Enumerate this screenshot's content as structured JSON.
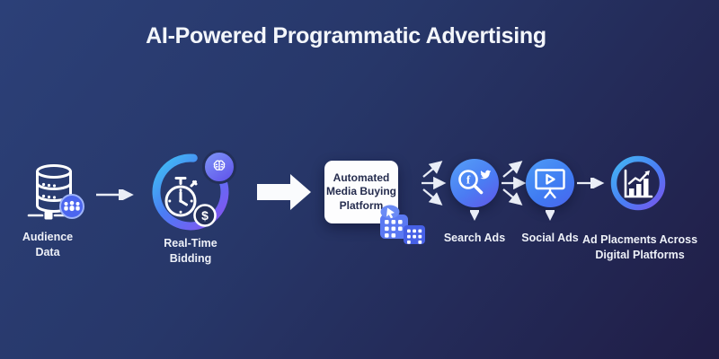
{
  "title": "AI-Powered Programmatic Advertising",
  "colors": {
    "background_start": "#2c4078",
    "background_end": "#1f1c44",
    "node_blue": "#4b7cf3",
    "node_purple": "#8a4ff0",
    "ring_cyan": "#3fc4f3",
    "icon_white": "#ffffff",
    "box_text": "#252c4e"
  },
  "flow": {
    "audience": {
      "label": "Audience Data",
      "icon": "database-icon",
      "badge": "audience-people-icon"
    },
    "bidding": {
      "label": "Real-Time Bidding",
      "icons": [
        "stopwatch-icon",
        "dollar-badge-icon"
      ],
      "badge": "ai-brain-icon",
      "dollar_glyph": "$"
    },
    "platform": {
      "label": "Automated Media Buying Platform",
      "icon": "grid-cursor-icon"
    },
    "search_ads": {
      "label": "Search Ads",
      "icons": [
        "search-facebook-icon",
        "twitter-bird-icon"
      ],
      "facebook_glyph": "f"
    },
    "social_ads": {
      "label": "Social Ads",
      "icon": "presentation-play-icon"
    },
    "placements": {
      "label": "Ad Placments Across Digital Platforms",
      "icon": "bar-chart-growth-icon"
    }
  }
}
